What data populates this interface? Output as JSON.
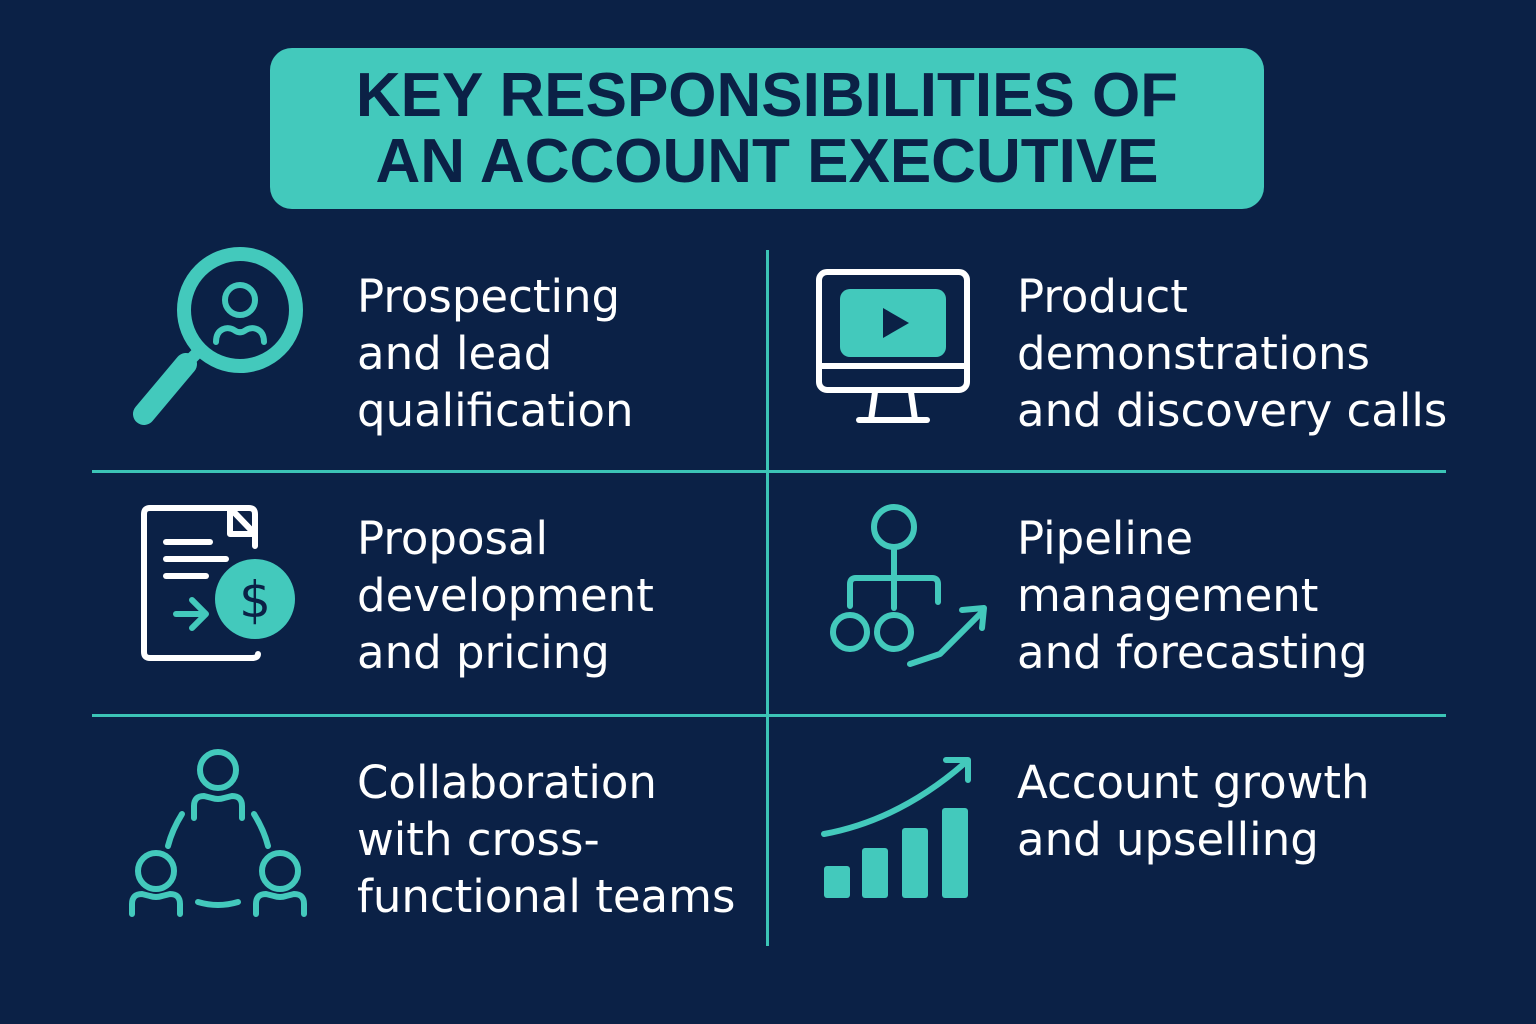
{
  "title": {
    "line1": "KEY RESPONSIBILITIES OF",
    "line2": "AN ACCOUNT EXECUTIVE"
  },
  "colors": {
    "background": "#0b2146",
    "accent": "#43c9bc",
    "text": "#ffffff"
  },
  "items": [
    {
      "icon": "magnifier-person-icon",
      "lines": [
        "Prospecting",
        "and lead",
        "qualification"
      ]
    },
    {
      "icon": "monitor-play-icon",
      "lines": [
        "Product",
        "demonstrations",
        "and discovery calls"
      ]
    },
    {
      "icon": "document-dollar-icon",
      "lines": [
        "Proposal",
        "development",
        "and pricing"
      ]
    },
    {
      "icon": "pipeline-hierarchy-icon",
      "lines": [
        "Pipeline",
        "management",
        "and forecasting"
      ]
    },
    {
      "icon": "team-collaboration-icon",
      "lines": [
        "Collaboration",
        "with cross-",
        "functional teams"
      ]
    },
    {
      "icon": "growth-chart-icon",
      "lines": [
        "Account growth",
        "and upselling"
      ]
    }
  ]
}
